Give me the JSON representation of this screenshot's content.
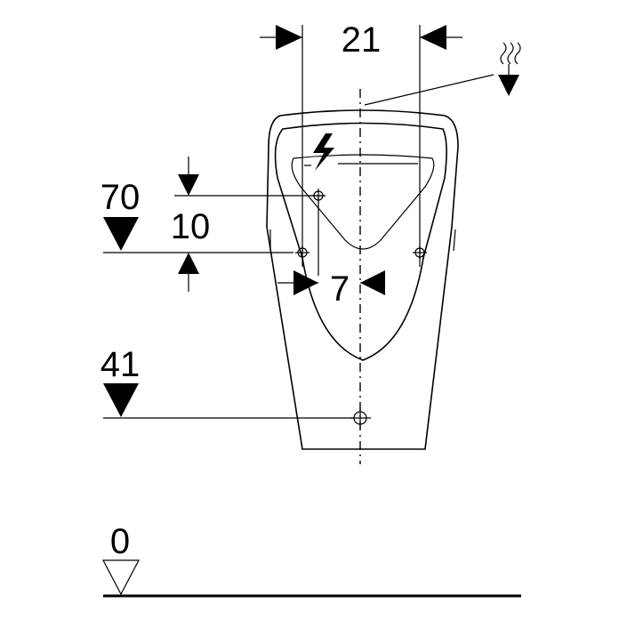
{
  "dimensions": {
    "top_width": "21",
    "upper_height": "70",
    "offset": "10",
    "inner_width": "7",
    "outlet_height": "41",
    "floor_level": "0"
  },
  "colors": {
    "ink": "#000000",
    "paper": "#ffffff"
  },
  "icons": {
    "electric": "lightning-icon",
    "water": "water-supply-icon",
    "level": "level-marker-icon"
  }
}
